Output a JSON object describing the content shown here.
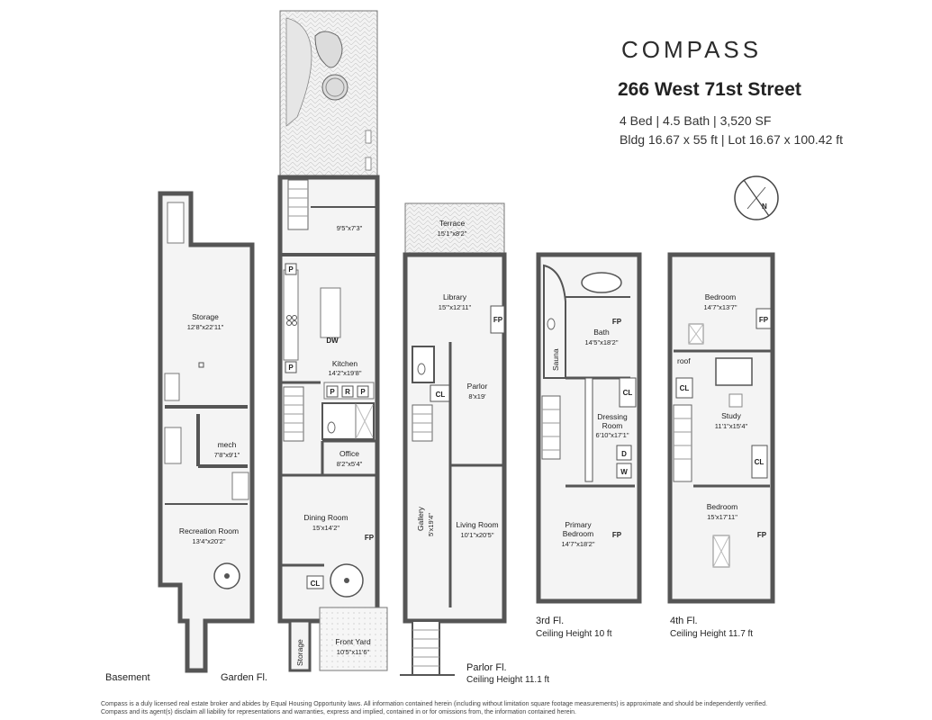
{
  "header": {
    "brand": "COMPASS",
    "address": "266 West 71st Street",
    "specs_line1": "4 Bed | 4.5 Bath | 3,520 SF",
    "specs_line2": "Bldg 16.67 x 55 ft | Lot 16.67 x 100.42 ft"
  },
  "compass_rose": {
    "letter": "N"
  },
  "floors": {
    "basement": {
      "label": "Basement",
      "rooms": {
        "storage": {
          "name": "Storage",
          "dim": "12'8\"x22'11\""
        },
        "mech": {
          "name": "mech",
          "dim": "7'8\"x9'1\""
        },
        "recreation": {
          "name": "Recreation Room",
          "dim": "13'4\"x20'2\""
        }
      }
    },
    "garden": {
      "label": "Garden Fl.",
      "rooms": {
        "landing": {
          "dim": "9'5\"x7'3\""
        },
        "kitchen": {
          "name": "Kitchen",
          "dim": "14'2\"x19'8\""
        },
        "office": {
          "name": "Office",
          "dim": "8'2\"x5'4\""
        },
        "dining": {
          "name": "Dining Room",
          "dim": "15'x14'2\""
        },
        "front_yard": {
          "name": "Front Yard",
          "dim": "10'5\"x11'6\""
        },
        "storage": {
          "name": "Storage"
        }
      },
      "fixtures": {
        "p": "P",
        "r": "R",
        "dw": "DW",
        "cl": "CL",
        "fp": "FP"
      }
    },
    "parlor": {
      "label": "Parlor Fl.",
      "ceiling": "Ceiling Height 11.1 ft",
      "rooms": {
        "terrace": {
          "name": "Terrace",
          "dim": "15'1\"x8'2\""
        },
        "library": {
          "name": "Library",
          "dim": "15'\"x12'11\""
        },
        "parlor": {
          "name": "Parlor",
          "dim": "8'x19'"
        },
        "gallery": {
          "name": "Gallery",
          "dim": "5'x19'4\""
        },
        "living": {
          "name": "Living Room",
          "dim": "10'1\"x20'5\""
        }
      },
      "fixtures": {
        "fp": "FP",
        "cl": "CL"
      }
    },
    "third": {
      "label": "3rd Fl.",
      "ceiling": "Ceiling Height 10 ft",
      "rooms": {
        "bath": {
          "name": "Bath",
          "dim": "14'5\"x18'2\""
        },
        "sauna": {
          "name": "Sauna"
        },
        "dressing": {
          "name": "Dressing",
          "name2": "Room",
          "dim": "6'10\"x17'1\""
        },
        "primary": {
          "name": "Primary",
          "name2": "Bedroom",
          "dim": "14'7\"x18'2\""
        }
      },
      "fixtures": {
        "fp": "FP",
        "cl": "CL",
        "d": "D",
        "w": "W"
      }
    },
    "fourth": {
      "label": "4th Fl.",
      "ceiling": "Ceiling Height 11.7 ft",
      "rooms": {
        "bedroom_top": {
          "name": "Bedroom",
          "dim": "14'7\"x13'7\""
        },
        "roof": {
          "name": "roof"
        },
        "study": {
          "name": "Study",
          "dim": "11'1\"x15'4\""
        },
        "bedroom_bottom": {
          "name": "Bedroom",
          "dim": "15'x17'11\""
        }
      },
      "fixtures": {
        "fp": "FP",
        "cl": "CL"
      }
    }
  },
  "footer": {
    "disclaimer_line1": "Compass is a duly licensed real estate broker and abides by Equal Housing Opportunity laws.  All information contained herein (including without limitation square footage measurements) is approximate and should be independently verified.",
    "disclaimer_line2": "Compass and its agent(s) disclaim all liability for representations and warranties, express and implied, contained in or for omissions from, the information contained herein."
  }
}
